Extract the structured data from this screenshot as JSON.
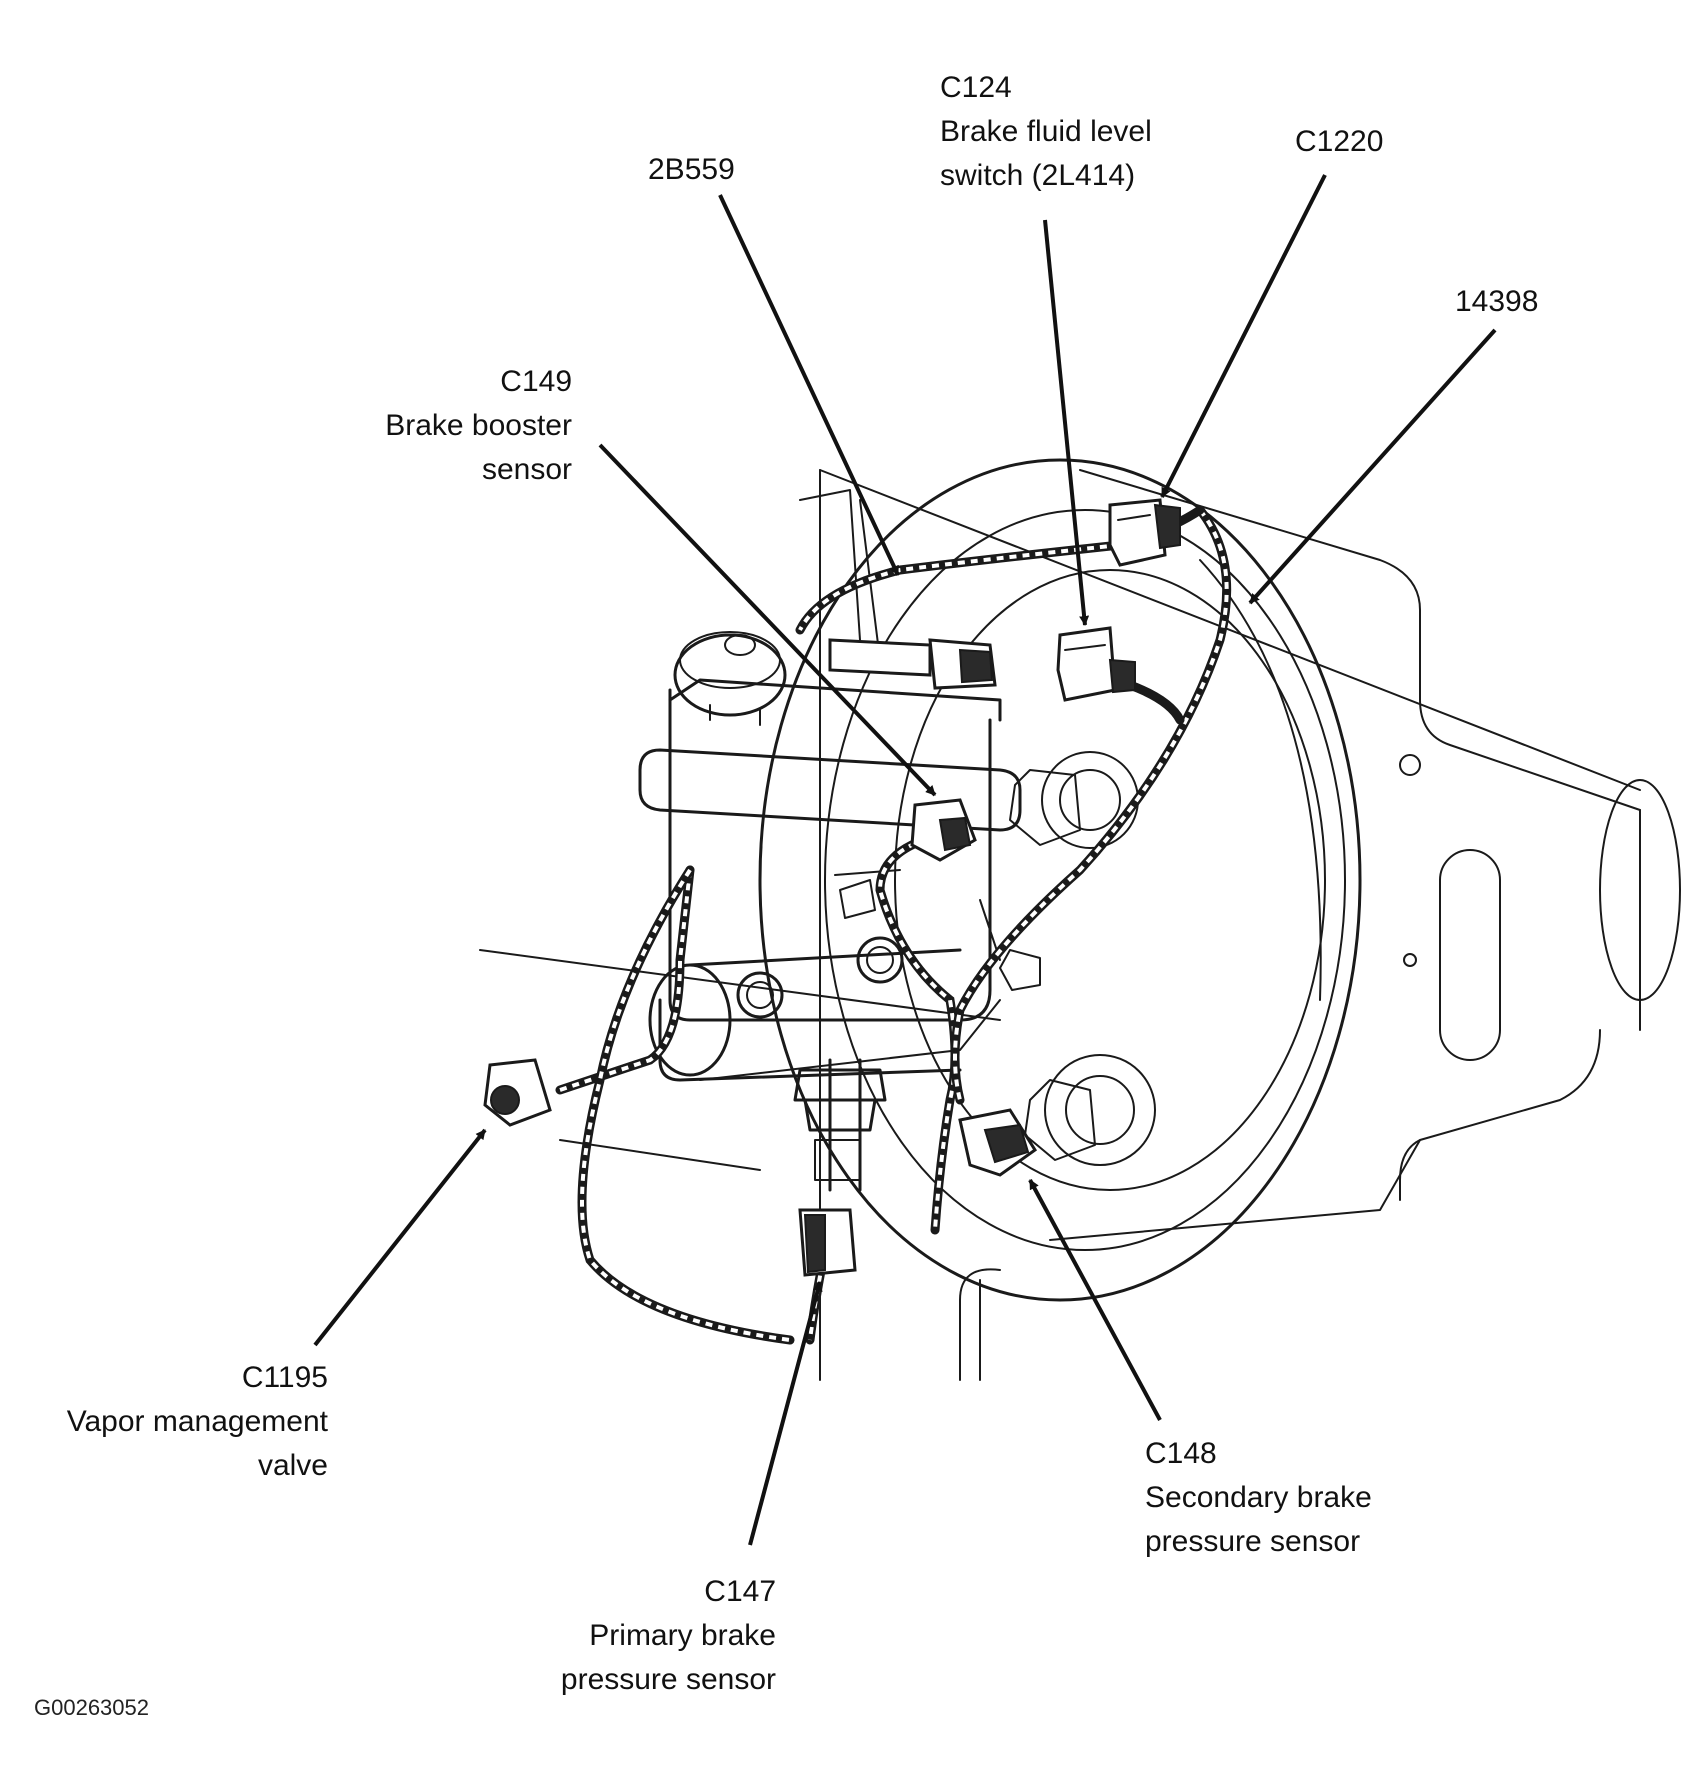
{
  "figure_id": "G00263052",
  "callouts": {
    "c2b559": {
      "lines": [
        "2B559"
      ]
    },
    "c124": {
      "lines": [
        "C124",
        "Brake fluid level",
        "switch (2L414)"
      ]
    },
    "c1220": {
      "lines": [
        "C1220"
      ]
    },
    "c14398": {
      "lines": [
        "14398"
      ]
    },
    "c149": {
      "lines": [
        "C149",
        "Brake booster",
        "sensor"
      ]
    },
    "c1195": {
      "lines": [
        "C1195",
        "Vapor management",
        "valve"
      ]
    },
    "c147": {
      "lines": [
        "C147",
        "Primary brake",
        "pressure sensor"
      ]
    },
    "c148": {
      "lines": [
        "C148",
        "Secondary brake",
        "pressure sensor"
      ]
    }
  },
  "colors": {
    "ink": "#111111",
    "background": "#ffffff"
  }
}
